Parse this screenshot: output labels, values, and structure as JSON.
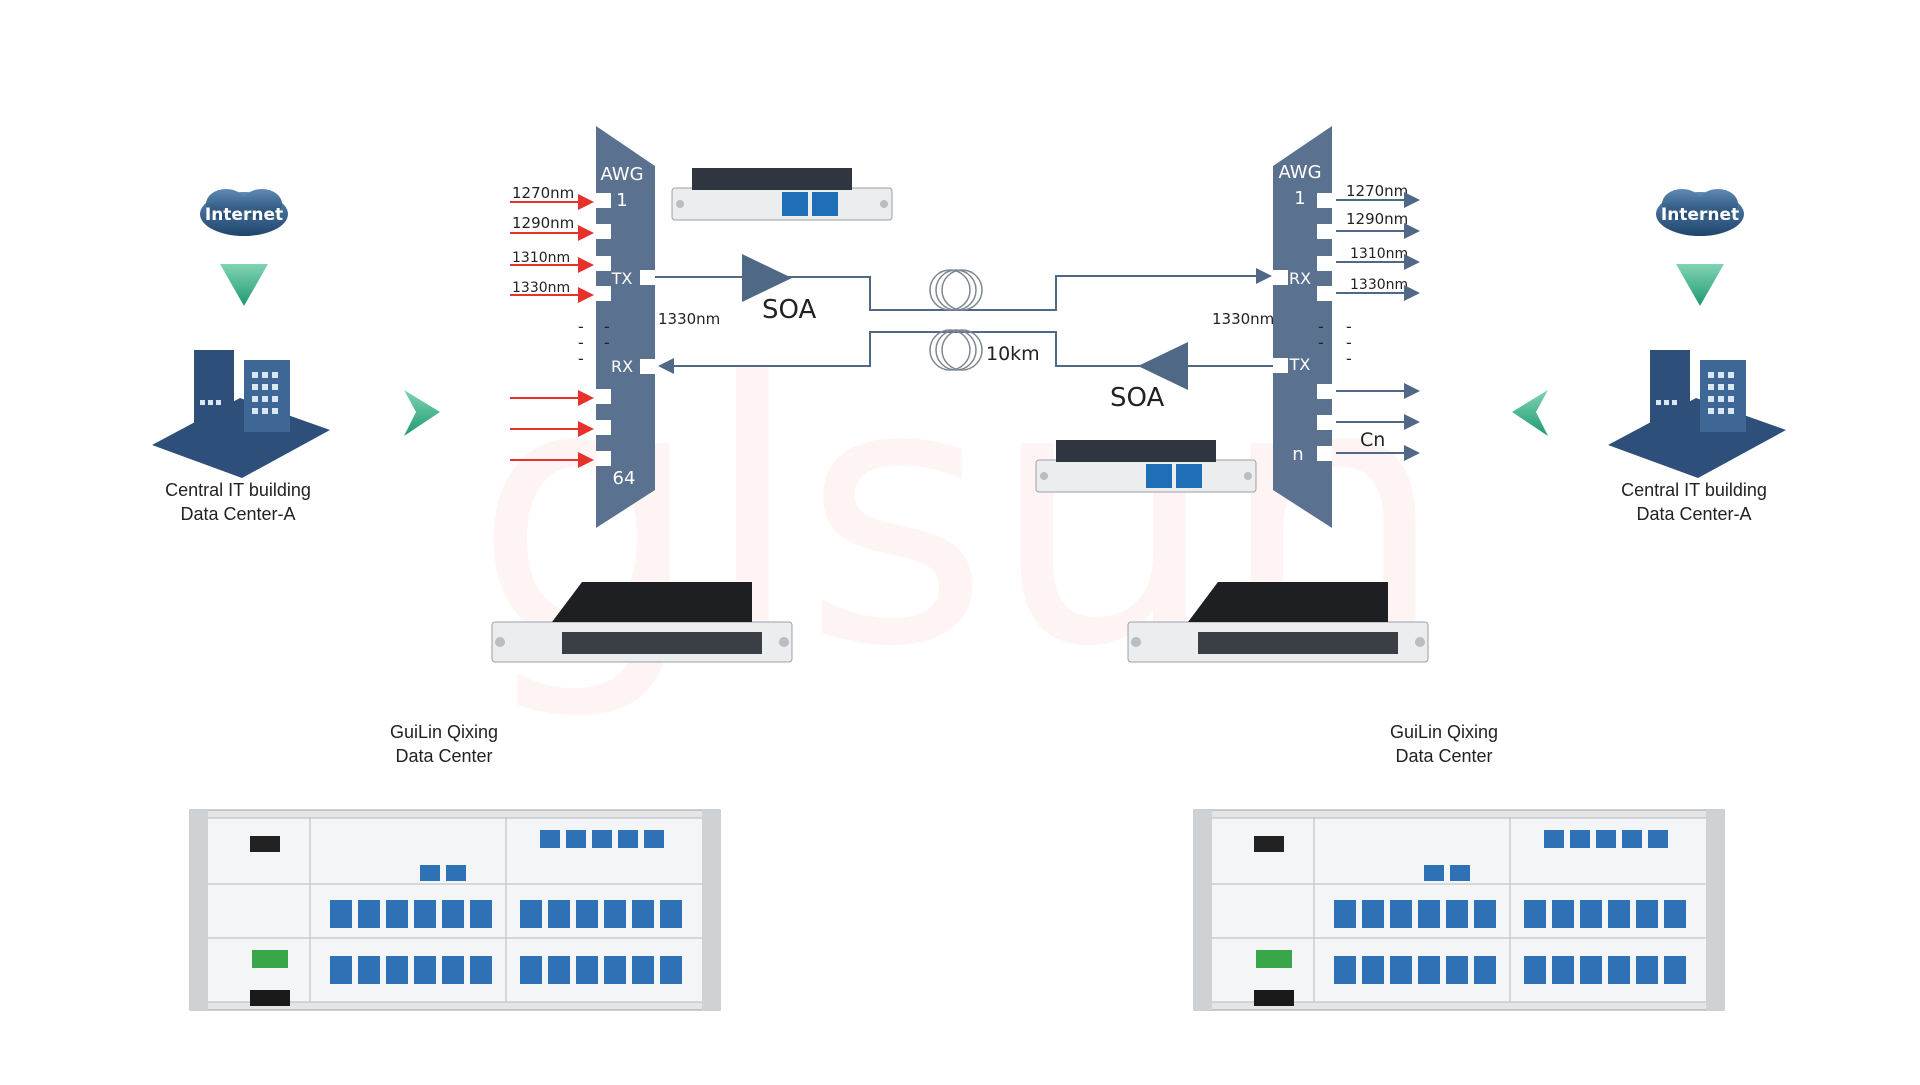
{
  "watermark": "glsun",
  "left": {
    "internet": "Internet",
    "building_line1": "Central IT building",
    "building_line2": "Data Center-A",
    "awg_label": "AWG",
    "port_first": "1",
    "port_last": "64",
    "tx": "TX",
    "rx": "RX",
    "wavelengths": [
      "1270nm",
      "1290nm",
      "1310nm",
      "1330nm"
    ],
    "link_wavelength": "1330nm",
    "soa": "SOA",
    "dc_line1": "GuiLin  Qixing",
    "dc_line2": "Data Center",
    "dots": [
      "-",
      "-",
      "-",
      "-",
      "-"
    ]
  },
  "right": {
    "internet": "Internet",
    "building_line1": "Central IT building",
    "building_line2": "Data Center-A",
    "awg_label": "AWG",
    "port_first": "1",
    "port_last": "n",
    "tx": "TX",
    "rx": "RX",
    "wavelengths": [
      "1270nm",
      "1290nm",
      "1310nm",
      "1330nm"
    ],
    "link_wavelength": "1330nm",
    "soa": "SOA",
    "cn": "Cn",
    "dc_line1": "GuiLin  Qixing",
    "dc_line2": "Data Center",
    "dots": [
      "-",
      "-",
      "-",
      "-",
      "-"
    ]
  },
  "fiber_length": "10km",
  "colors": {
    "awg": "#5b7190",
    "line": "#4f6886",
    "red_arrow": "#e8312a",
    "cloud": "#2f5c86",
    "green": "#2eae83",
    "building": "#2d4f7a"
  }
}
